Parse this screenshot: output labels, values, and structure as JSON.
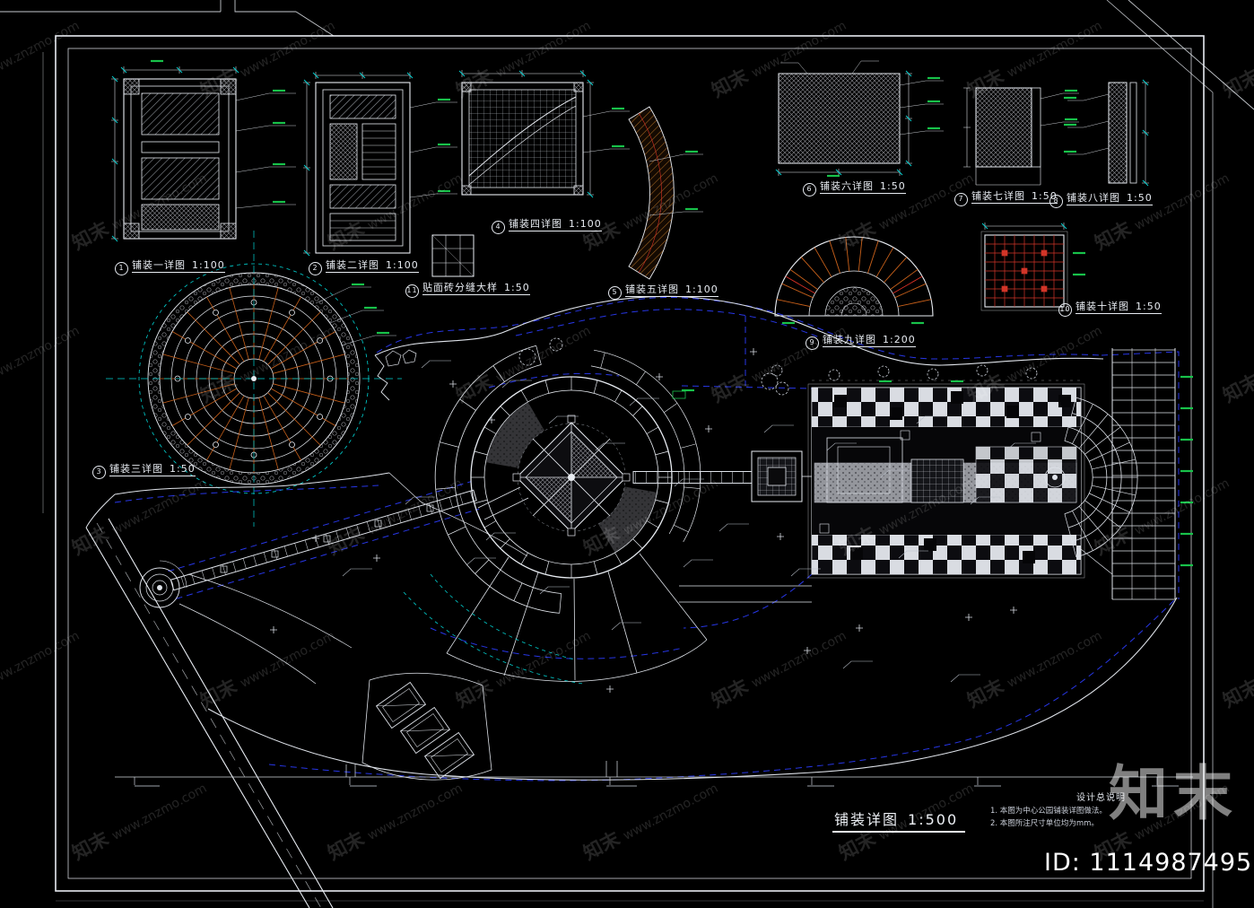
{
  "watermark": {
    "tile_brand": "知末",
    "tile_url": "www.znzmo.com",
    "brand_large": "知末",
    "id_label": "ID: 1114987495"
  },
  "details": [
    {
      "num": "1",
      "title": "铺装一详图",
      "scale": "1:100"
    },
    {
      "num": "2",
      "title": "铺装二详图",
      "scale": "1:100"
    },
    {
      "num": "3",
      "title": "铺装三详图",
      "scale": "1:50"
    },
    {
      "num": "4",
      "title": "铺装四详图",
      "scale": "1:100"
    },
    {
      "num": "5",
      "title": "铺装五详图",
      "scale": "1:100"
    },
    {
      "num": "6",
      "title": "铺装六详图",
      "scale": "1:50"
    },
    {
      "num": "7",
      "title": "铺装七详图",
      "scale": "1:50"
    },
    {
      "num": "8",
      "title": "铺装八详图",
      "scale": "1:50"
    },
    {
      "num": "9",
      "title": "铺装九详图",
      "scale": "1:200"
    },
    {
      "num": "10",
      "title": "铺装十详图",
      "scale": "1:50"
    },
    {
      "num": "11",
      "title": "贴面砖分缝大样",
      "scale": "1:50"
    }
  ],
  "plan": {
    "title": "铺装详图",
    "scale": "1:500"
  },
  "notes": {
    "title": "设计总说明",
    "items": [
      "1. 本图为中心公园铺装详图做法。",
      "2. 本图所注尺寸单位均为mm。"
    ]
  },
  "colors": {
    "background": "#000000",
    "line_white": "#e8ecf2",
    "dash_blue": "#2736e6",
    "cyan": "#00d5d5",
    "green": "#18c24a",
    "orange": "#c8601a",
    "red": "#d93025"
  }
}
